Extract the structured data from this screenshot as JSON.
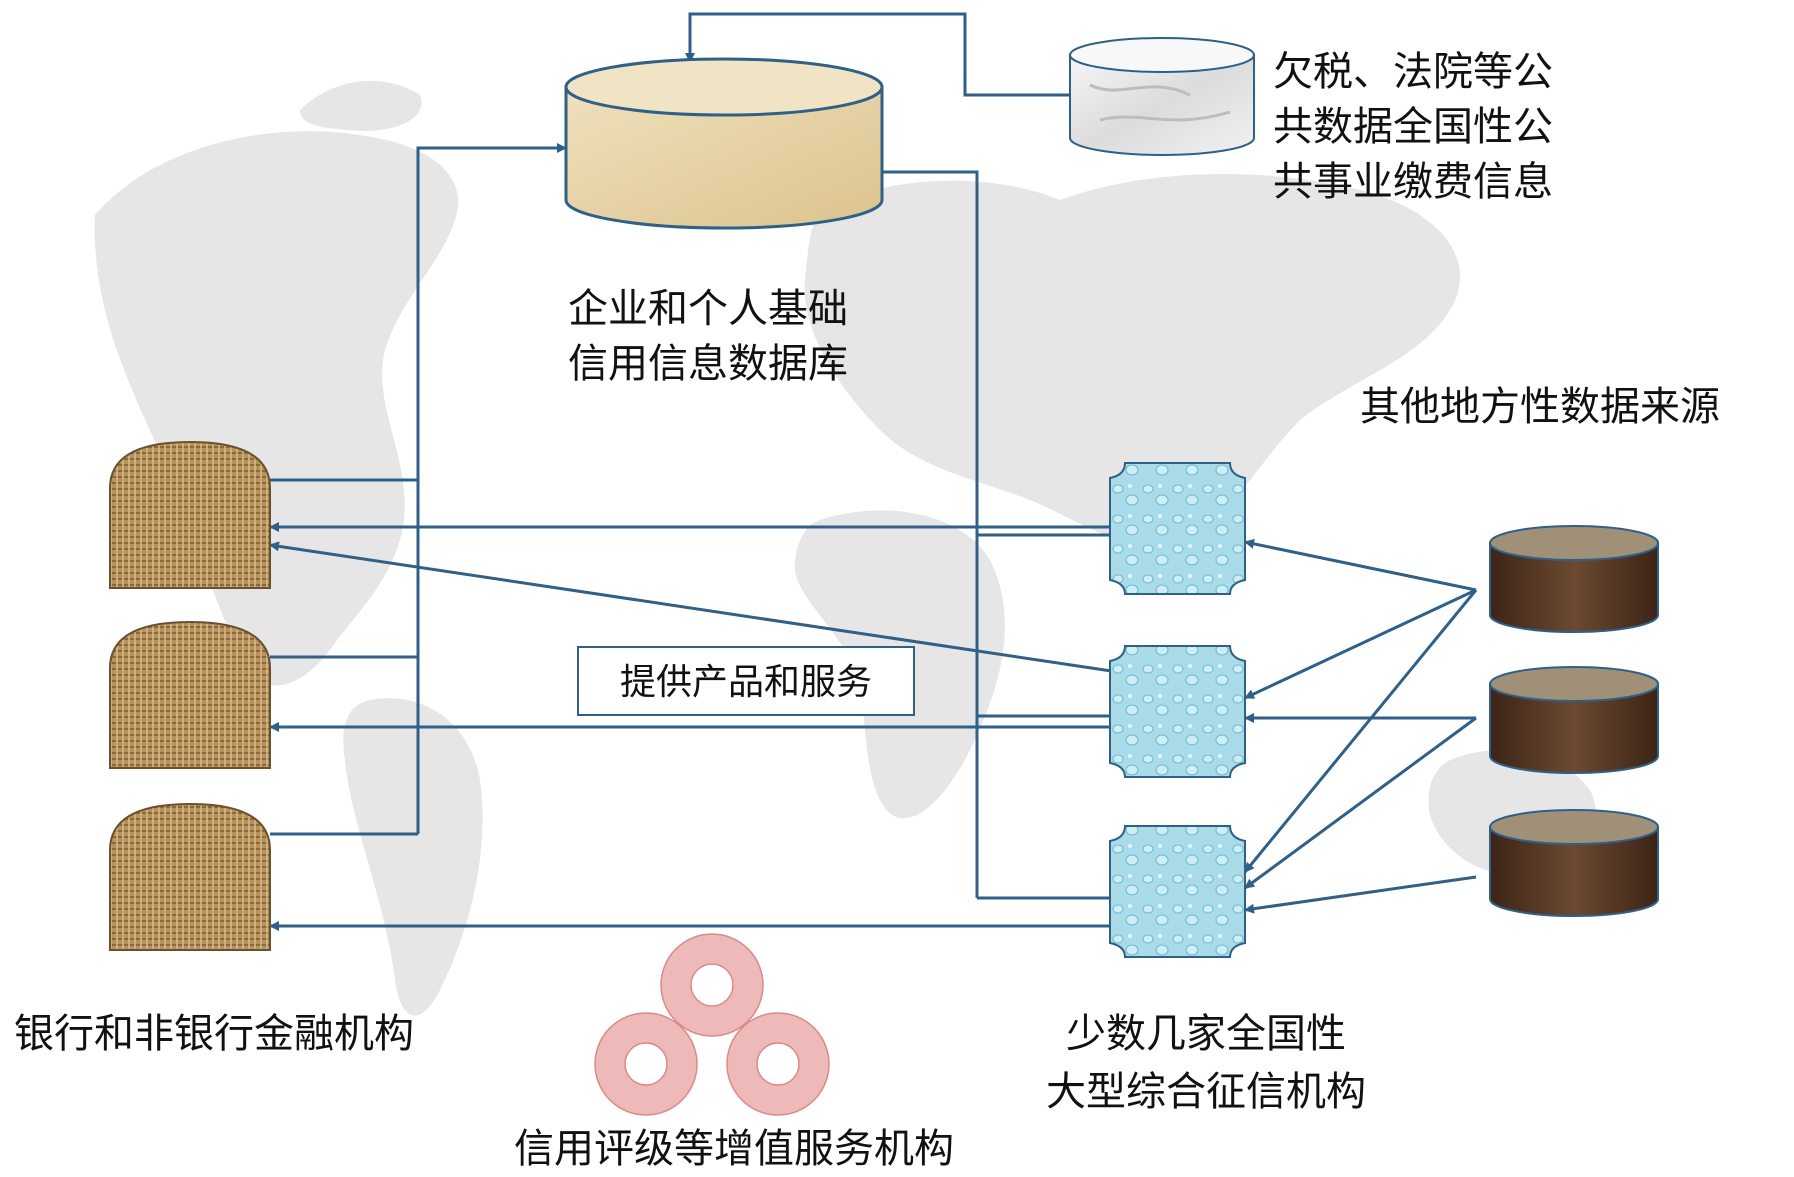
{
  "labels": {
    "public_data": [
      "欠税、法院等公",
      "共数据全国性公",
      "共事业缴费信息"
    ],
    "base_db": [
      "企业和个人基础",
      "信用信息数据库"
    ],
    "local_sources": "其他地方性数据来源",
    "financial_institutions": "银行和非银行金融机构",
    "service_box": "提供产品和服务",
    "credit_bureaus": [
      "少数几家全国性",
      "大型综合征信机构"
    ],
    "rating_agencies": "信用评级等增值服务机构"
  },
  "colors": {
    "arrow": "#2f6088",
    "map": "#e6e6e6",
    "base_db_fill": "#e8d6ab",
    "public_db_fill": "#eeeeee",
    "local_db_fill": "#5a3a24",
    "bank_fill": "#b8925c",
    "bureau_fill": "#a9dbe8",
    "ring_fill": "#eeb9b9"
  },
  "icons": {
    "bank": "fabric-arch-icon",
    "bureau": "water-drop-tile-icon",
    "database": "cylinder-icon",
    "agency": "ring-icon"
  }
}
